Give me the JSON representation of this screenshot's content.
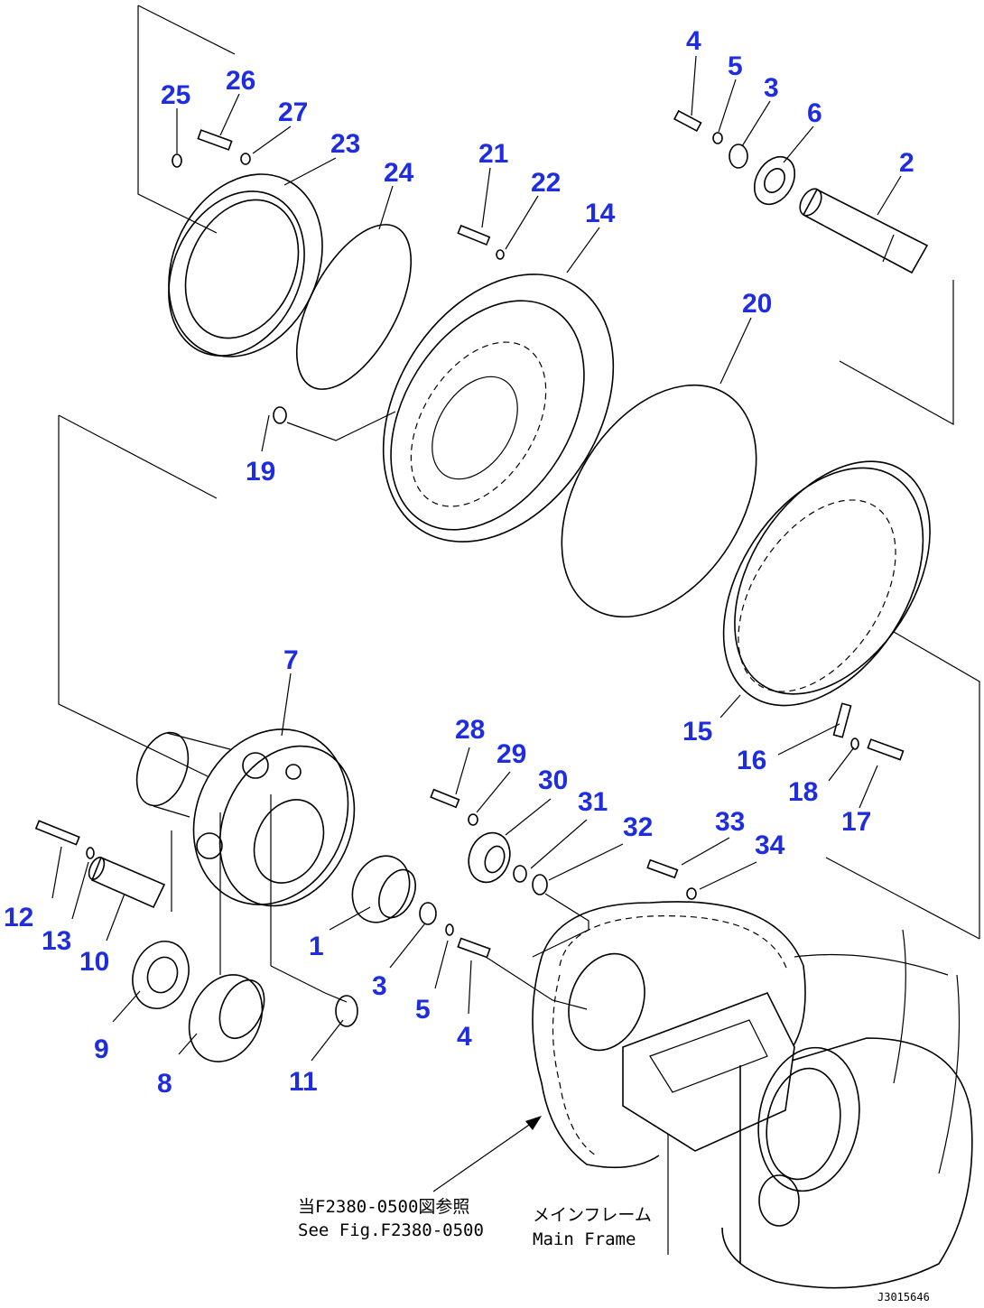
{
  "callouts": {
    "c1": "1",
    "c2": "2",
    "c3a": "3",
    "c3b": "3",
    "c4a": "4",
    "c4b": "4",
    "c5a": "5",
    "c5b": "5",
    "c6": "6",
    "c7": "7",
    "c8": "8",
    "c9": "9",
    "c10": "10",
    "c11": "11",
    "c12": "12",
    "c13": "13",
    "c14": "14",
    "c15": "15",
    "c16": "16",
    "c17": "17",
    "c18": "18",
    "c19": "19",
    "c20": "20",
    "c21": "21",
    "c22": "22",
    "c23": "23",
    "c24": "24",
    "c25": "25",
    "c26": "26",
    "c27": "27",
    "c28": "28",
    "c29": "29",
    "c30": "30",
    "c31": "31",
    "c32": "32",
    "c33": "33",
    "c34": "34"
  },
  "reference_note": {
    "line1": "当F2380-0500図参照",
    "line2": "See Fig.F2380-0500"
  },
  "main_frame_label": {
    "line1": "メインフレーム",
    "line2": "Main Frame"
  },
  "drawing_code": "J3015646",
  "colors": {
    "callout": "#1f2de0",
    "line": "#000000",
    "background": "#ffffff"
  }
}
